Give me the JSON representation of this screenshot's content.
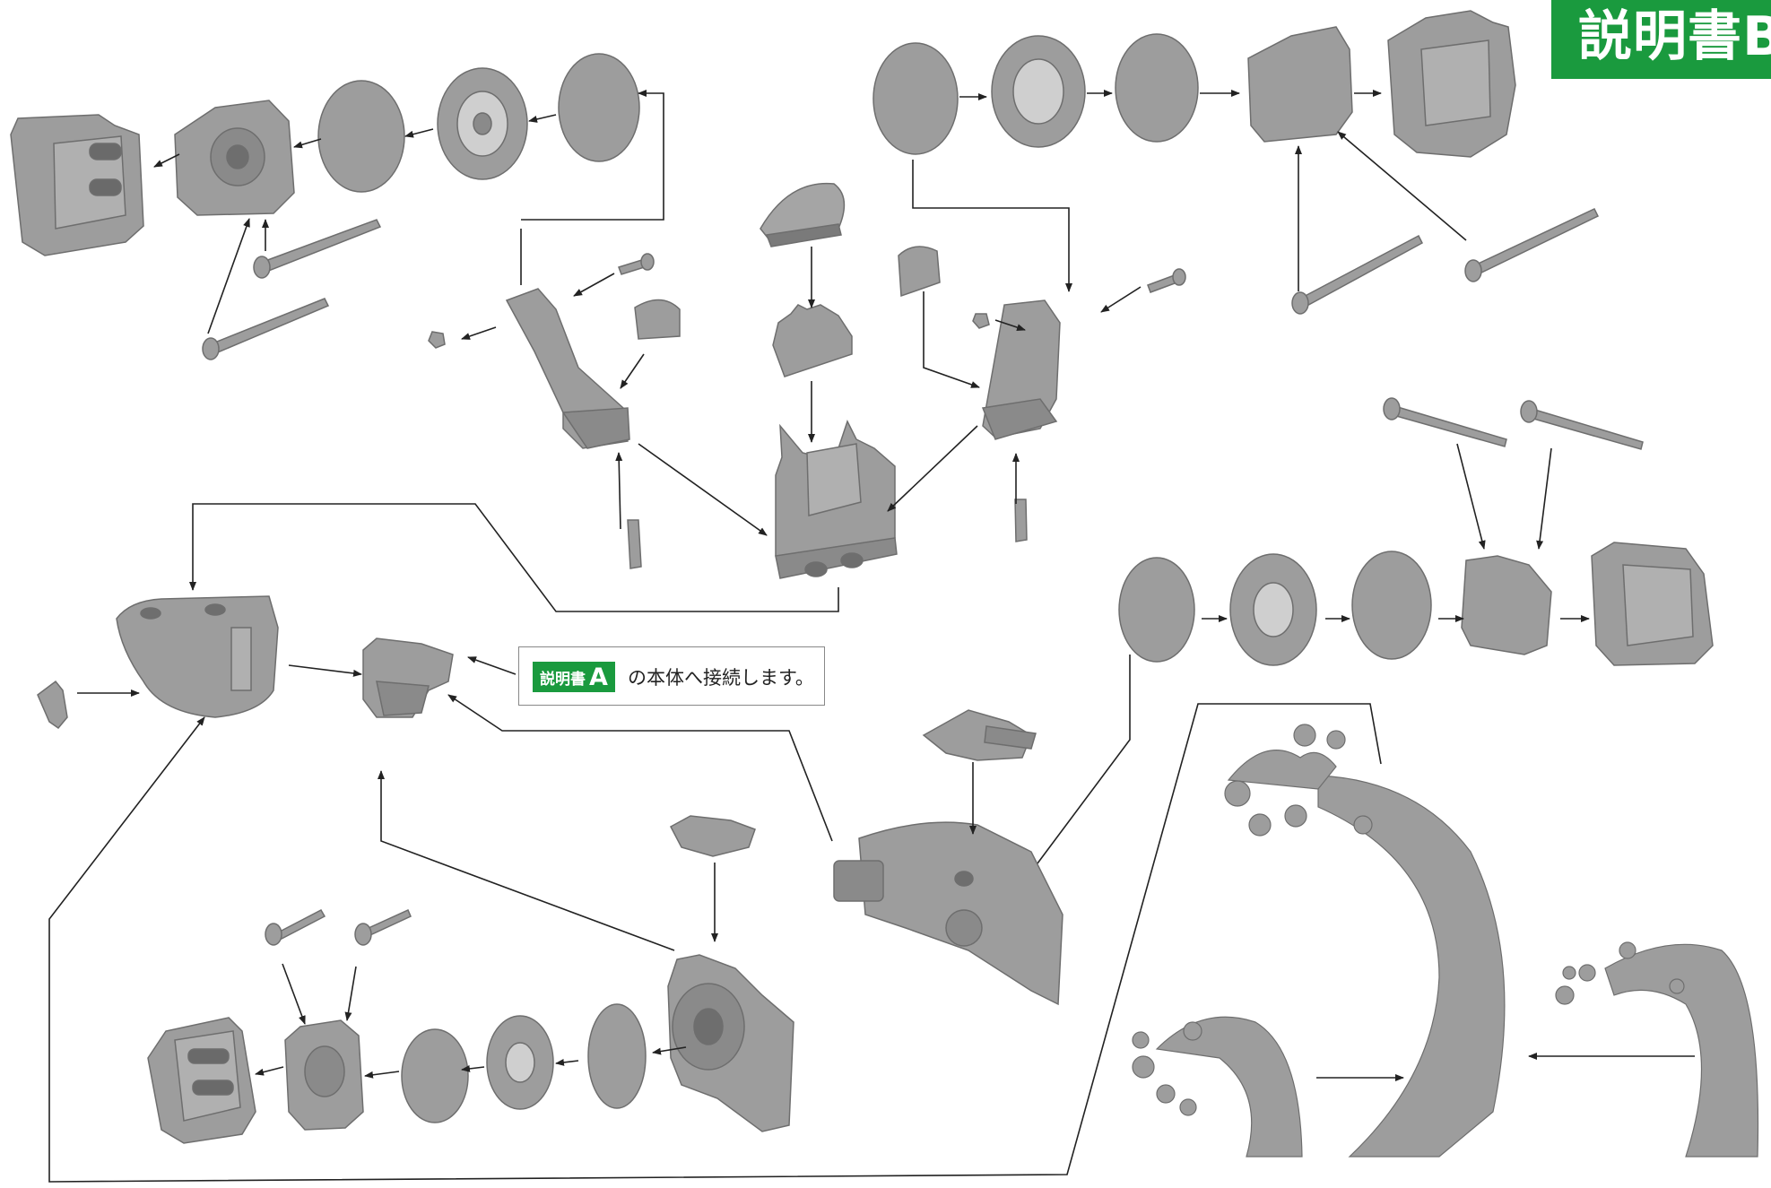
{
  "banner": {
    "label": "説明書B"
  },
  "callout": {
    "badge_text": "説明書",
    "badge_letter": "A",
    "text": "の本体へ接続します。"
  },
  "colors": {
    "accent_green": "#1a9a3e",
    "part_gray": "#9a9a9a",
    "part_dark": "#7c7c7c",
    "line": "#222222"
  }
}
